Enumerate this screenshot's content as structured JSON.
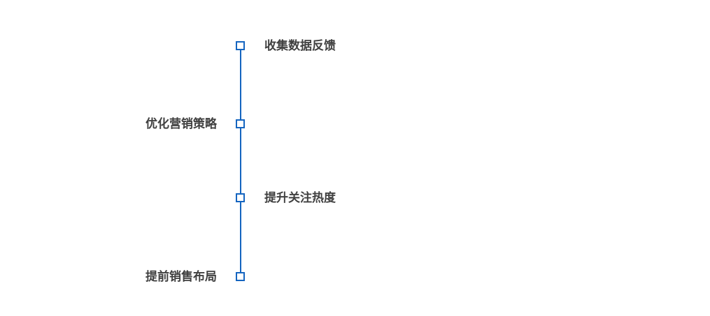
{
  "diagram": {
    "type": "vertical-timeline",
    "accent_color": "#1565c0",
    "text_color": "#404040",
    "background_color": "#ffffff",
    "nodes": [
      {
        "label": "收集数据反馈",
        "side": "right"
      },
      {
        "label": "优化营销策略",
        "side": "left"
      },
      {
        "label": "提升关注热度",
        "side": "right"
      },
      {
        "label": "提前销售布局",
        "side": "left"
      }
    ]
  }
}
